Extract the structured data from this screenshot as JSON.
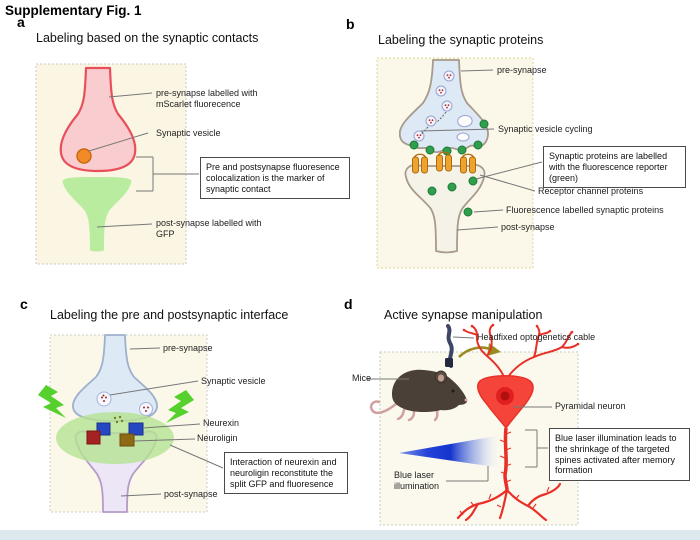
{
  "figure": {
    "title": "Supplementary Fig. 1"
  },
  "panels": {
    "a": {
      "letter": "a",
      "title": "Labeling based on the synaptic contacts",
      "labels": {
        "pre": "pre-synapse labelled with mScarlet fluorecence",
        "vesicle": "Synaptic vesicle",
        "box": "Pre and postsynapse fluoresence colocalization is the marker of synaptic contact",
        "post": "post-synapse labelled with GFP"
      }
    },
    "b": {
      "letter": "b",
      "title": "Labeling the synaptic proteins",
      "labels": {
        "pre": "pre-synapse",
        "cycling": "Synaptic vesicle cycling",
        "box": "Synaptic proteins are labelled with the fluorescence reporter (green)",
        "receptor": "Receptor channel proteins",
        "fluorescent": "Fluorescence labelled synaptic proteins",
        "post": "post-synapse"
      }
    },
    "c": {
      "letter": "c",
      "title": "Labeling the pre and postsynaptic interface",
      "labels": {
        "pre": "pre-synapse",
        "vesicle": "Synaptic vesicle",
        "neurexin": "Neurexin",
        "neuroligin": "Neuroligin",
        "box": "Interaction of neurexin and neuroligin reconstitute the split GFP and fluoresence",
        "post": "post-synapse"
      }
    },
    "d": {
      "letter": "d",
      "title": "Active synapse manipulation",
      "labels": {
        "cable": "Headfixed optogenetics cable",
        "mice": "Mice",
        "neuron": "Pyramidal neuron",
        "box": "Blue laser illumination leads to the shrinkage of the targeted spines activated after memory formation",
        "laser": "Blue laser illumination"
      }
    }
  },
  "colors": {
    "mscarlet_pink": "#f9cdd0",
    "mscarlet_outline": "#e84f5a",
    "gfp_green": "#b9ec9e",
    "vesicle_orange": "#f08b28",
    "presynapse_blue": "#dde9f5",
    "membrane_taupe": "#a89a8c",
    "reporter_green": "#2f9e4f",
    "channel_orange": "#eda32e",
    "interface_green": "#b5e292",
    "postsynapse_lavender": "#ece6f6",
    "neurexin_blue": "#2447c4",
    "neuroligin_red": "#a42222",
    "neuroligin_brown": "#8f6a14",
    "bolt_green": "#55d02c",
    "neuron_red": "#e83028",
    "laser_blue": "#1534cc",
    "cable_navy": "#3d4666",
    "mouse_dark": "#4b4038",
    "arrow_olive": "#9a8b20"
  }
}
